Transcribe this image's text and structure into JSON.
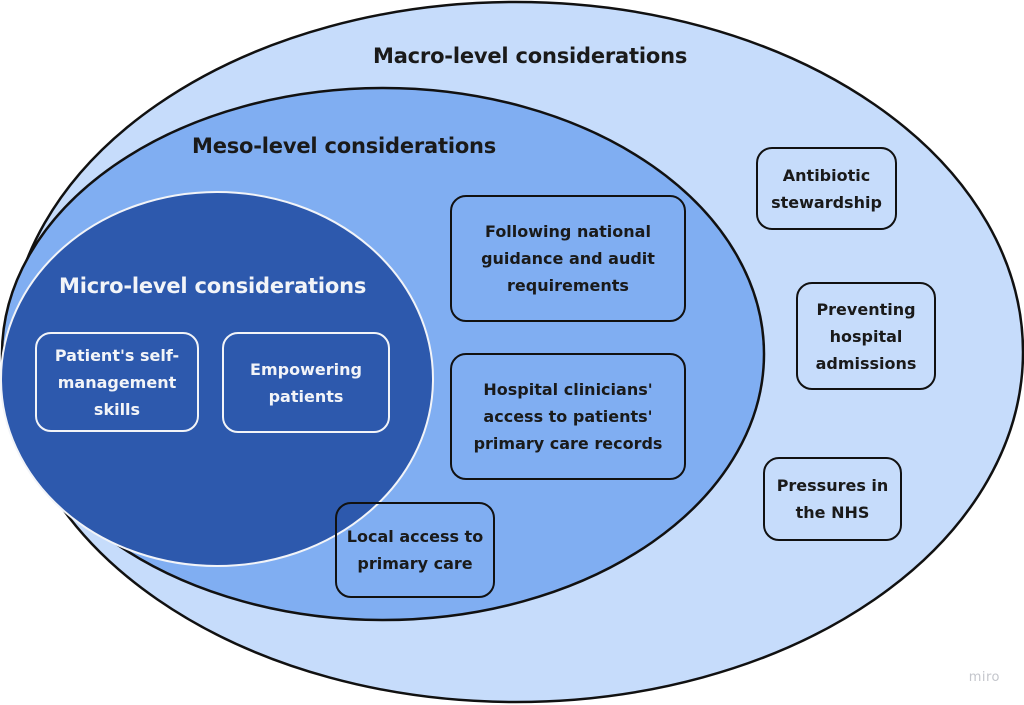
{
  "diagram": {
    "type": "nested-ellipses",
    "colors": {
      "macro_fill": "#c6dcfb",
      "meso_fill": "#80aef2",
      "micro_fill": "#2d59ad",
      "outline_dark": "#111111",
      "outline_light": "#f2f4f8",
      "text_dark": "#1a1a1a",
      "text_light": "#f2f4f8"
    },
    "macro": {
      "title": "Macro-level considerations",
      "items": [
        "Antibiotic\nstewardship",
        "Preventing\nhospital\nadmissions",
        "Pressures in\nthe NHS"
      ]
    },
    "meso": {
      "title": "Meso-level considerations",
      "items": [
        "Following national\nguidance and audit\nrequirements",
        "Hospital clinicians'\naccess to patients'\nprimary care records",
        "Local access to\nprimary care"
      ]
    },
    "micro": {
      "title": "Micro-level considerations",
      "items": [
        "Patient's self-\nmanagement\nskills",
        "Empowering\npatients"
      ]
    }
  },
  "watermark": "miro"
}
